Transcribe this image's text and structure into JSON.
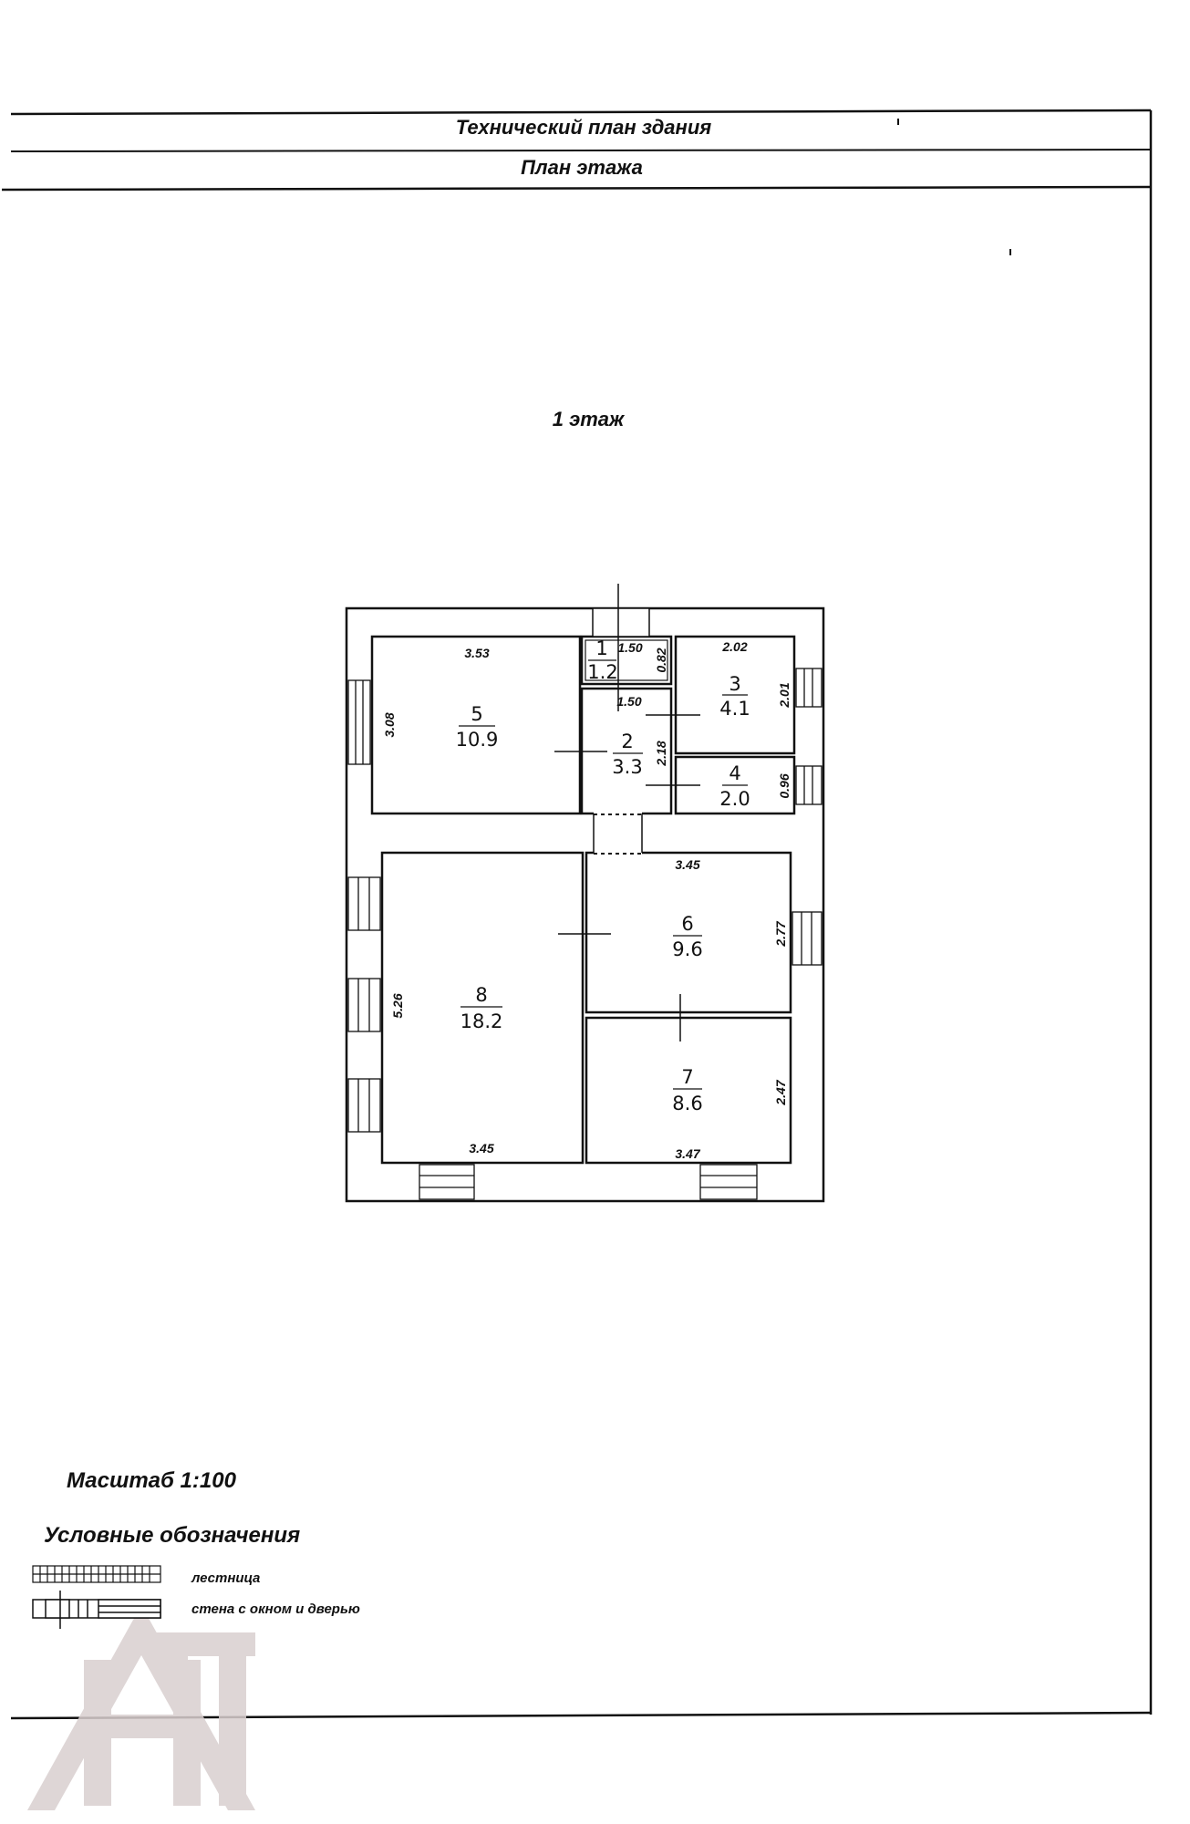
{
  "header": {
    "title": "Технический план здания",
    "subtitle": "План этажа"
  },
  "floor": {
    "label": "1 этаж"
  },
  "rooms": [
    {
      "num": "1",
      "area": "1.2",
      "width": "1.50",
      "height": "0.82"
    },
    {
      "num": "2",
      "area": "3.3",
      "width": "1.50",
      "height": "2.18"
    },
    {
      "num": "3",
      "area": "4.1",
      "width": "2.02",
      "height": "2.01"
    },
    {
      "num": "4",
      "area": "2.0",
      "height": "0.96"
    },
    {
      "num": "5",
      "area": "10.9",
      "width": "3.53",
      "height": "3.08"
    },
    {
      "num": "6",
      "area": "9.6",
      "width": "3.45",
      "height": "2.77"
    },
    {
      "num": "7",
      "area": "8.6",
      "width": "3.47",
      "height": "2.47"
    },
    {
      "num": "8",
      "area": "18.2",
      "width": "3.45",
      "height": "5.26"
    }
  ],
  "scale": {
    "label": "Масштаб 1:100"
  },
  "legend": {
    "title": "Условные обозначения",
    "items": [
      {
        "label": "лестница",
        "icon": "stairs-icon"
      },
      {
        "label": "стена с окном и дверью",
        "icon": "wall-window-door-icon"
      }
    ]
  },
  "watermark": {
    "text": "АП"
  }
}
